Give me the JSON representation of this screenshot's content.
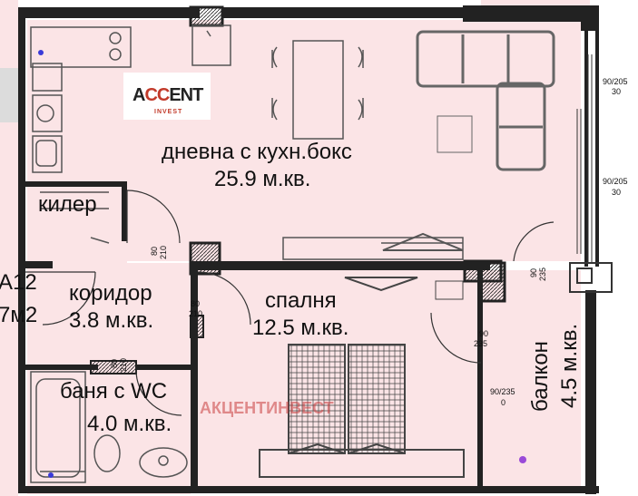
{
  "colors": {
    "room_fill": "#fbe4e6",
    "wall": "#222222",
    "furniture": "#555555",
    "accent": "#c23a2a"
  },
  "logo": {
    "brand": "ACCENT",
    "sub": "INVEST"
  },
  "watermark": "АКЦЕНТИНВЕСТ",
  "rooms": {
    "living": {
      "name": "дневна с кухн.бокс",
      "area": "25.9 м.кв."
    },
    "storage": {
      "name": "килер"
    },
    "corridor": {
      "name": "коридор",
      "area": "3.8 м.кв."
    },
    "bedroom": {
      "name": "спалня",
      "area": "12.5 м.кв."
    },
    "bathroom": {
      "name": "баня с WC",
      "area": "4.0 м.кв."
    },
    "balcony": {
      "name": "балкон",
      "area": "4.5 м.кв."
    }
  },
  "apartment": {
    "id": "A12",
    "area_fragment": "7м2"
  },
  "openings": {
    "win1_w": "90/205",
    "win1_h": "30",
    "win2_w": "90/205",
    "win2_h": "30",
    "door_living_w": "80",
    "door_living_h": "210",
    "door_corr_w": "80",
    "door_corr_h": "210",
    "door_bath_w": "80",
    "door_bath_h": "210",
    "door_bal_w": "90",
    "door_bal_h": "235",
    "door_bed_w": "90",
    "door_bed_h": "235",
    "win3_w": "90/235",
    "win3_h": "0"
  }
}
